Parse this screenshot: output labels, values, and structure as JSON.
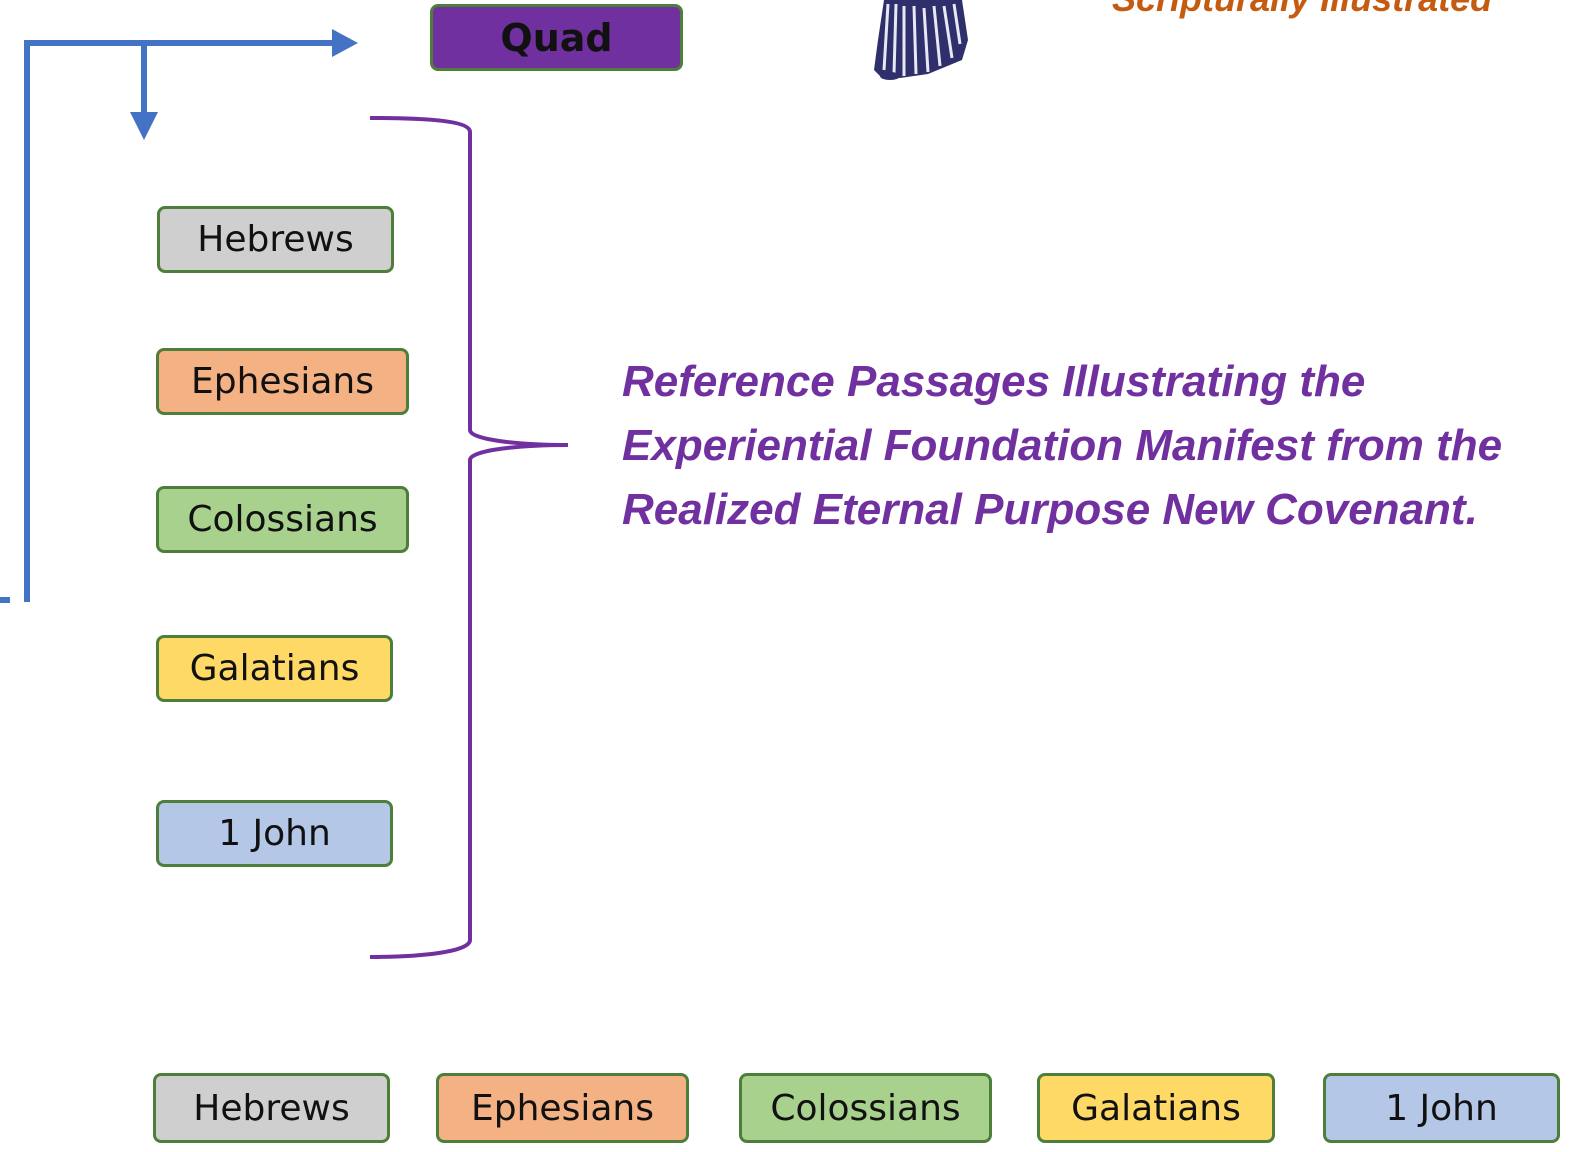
{
  "header": {
    "quad_label": "Quad",
    "subtitle": "Scripturally Illustrated",
    "figure_icon": "robed-figure-illustration"
  },
  "caption": {
    "lines": [
      "Reference Passages Illustrating the",
      "Experiential Foundation Manifest from the",
      "Realized Eternal Purpose New Covenant."
    ]
  },
  "vertical_books": [
    {
      "label": "Hebrews",
      "color": "#cfcfcf"
    },
    {
      "label": "Ephesians",
      "color": "#f4b183"
    },
    {
      "label": "Colossians",
      "color": "#a9d18e"
    },
    {
      "label": "Galatians",
      "color": "#ffd966"
    },
    {
      "label": "1 John",
      "color": "#b4c7e7"
    }
  ],
  "bottom_books": [
    {
      "label": "Hebrews",
      "color": "#cfcfcf"
    },
    {
      "label": "Ephesians",
      "color": "#f4b183"
    },
    {
      "label": "Colossians",
      "color": "#a9d18e"
    },
    {
      "label": "Galatians",
      "color": "#ffd966"
    },
    {
      "label": "1 John",
      "color": "#b4c7e7"
    }
  ],
  "colors": {
    "quad_fill": "#7030a0",
    "caption_text": "#7030a0",
    "brace": "#7030a0",
    "subtitle_text": "#c55a11",
    "connector": "#4472c4",
    "box_border": "#4e7f3a"
  }
}
